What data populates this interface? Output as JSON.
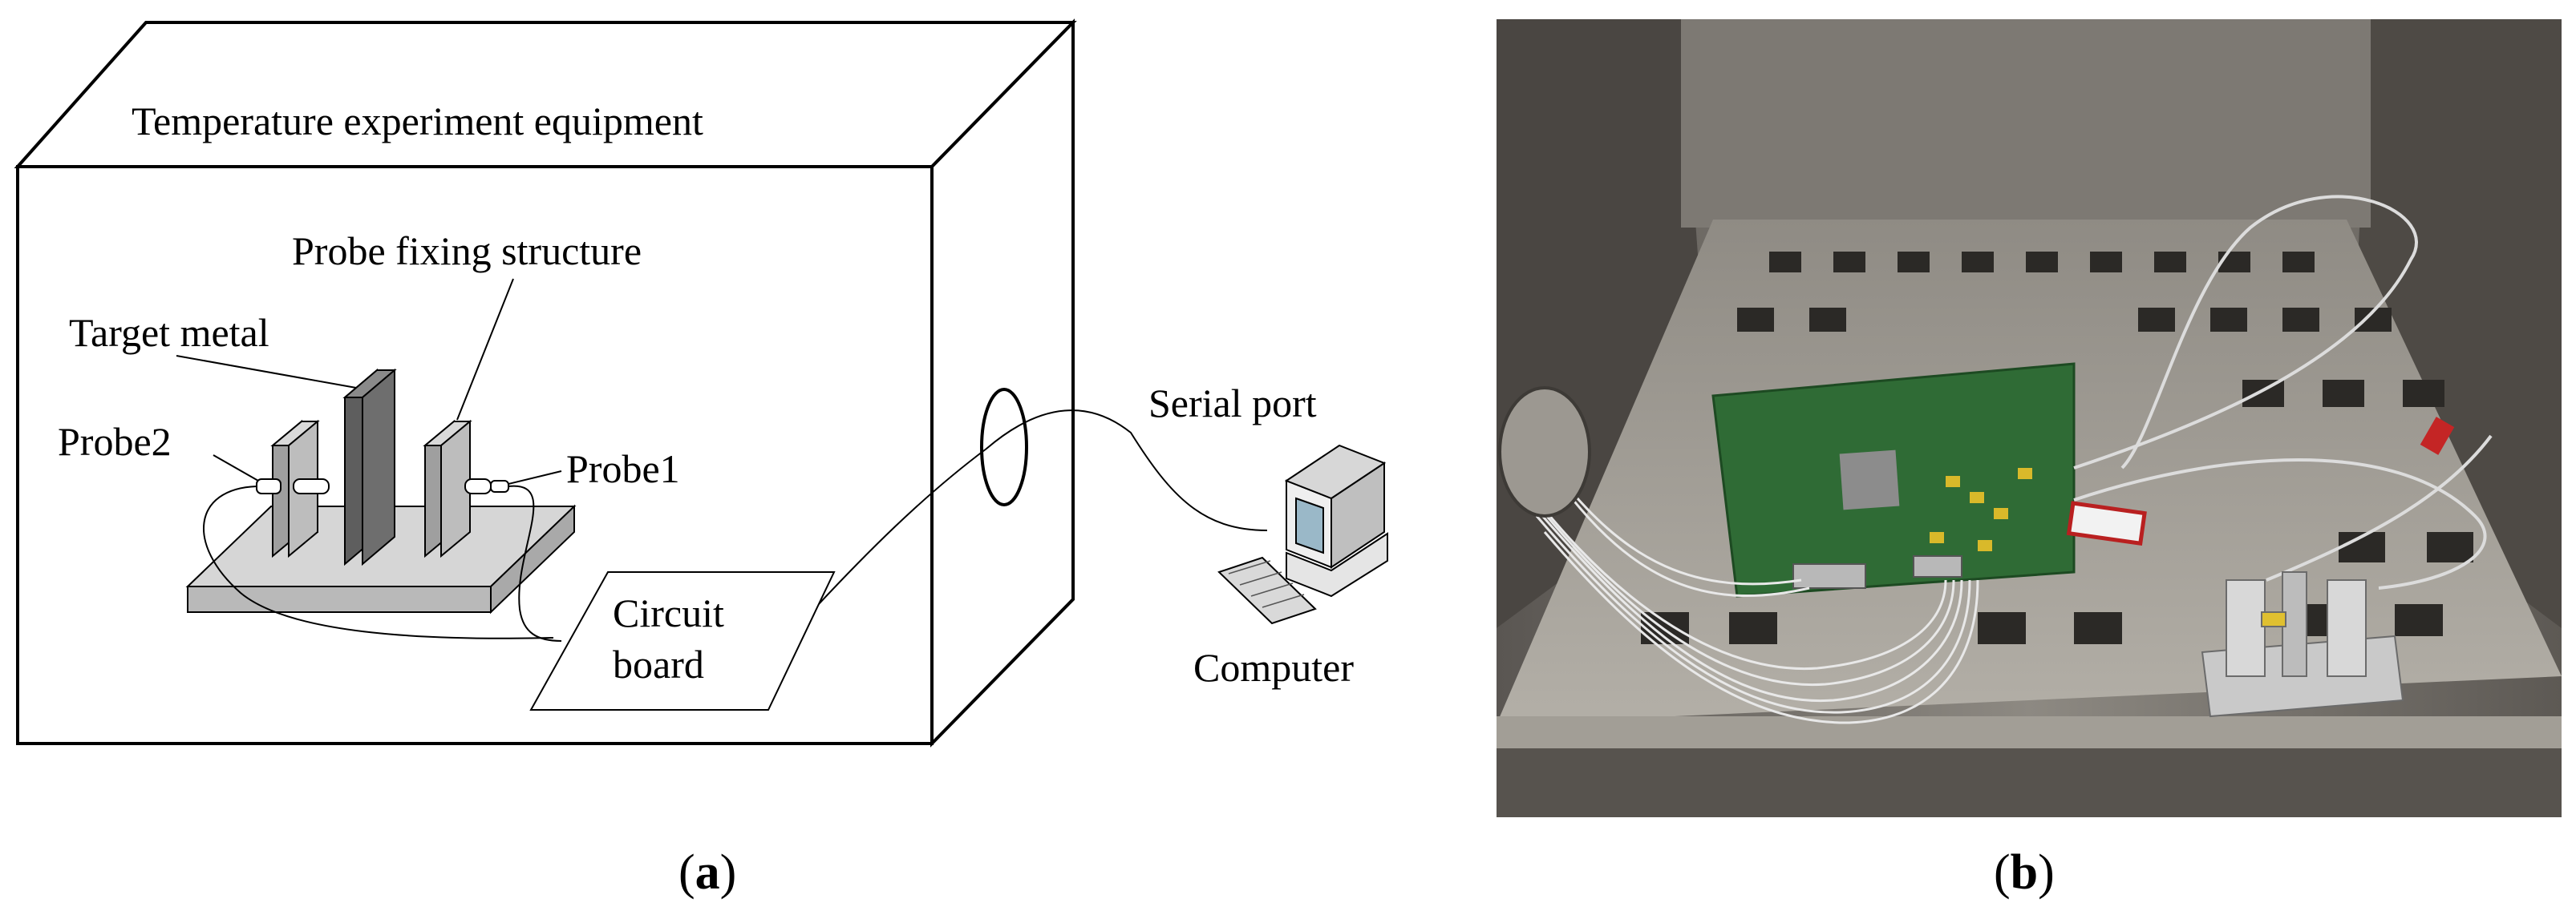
{
  "panel_a": {
    "enclosure_label": "Temperature experiment equipment",
    "fixing_structure_label": "Probe  fixing structure",
    "target_metal_label": "Target metal",
    "probe2_label": "Probe2",
    "probe1_label": "Probe1",
    "serial_port_label": "Serial port",
    "circuit_board_line1": "Circuit",
    "circuit_board_line2": "board",
    "computer_label": "Computer",
    "caption_open": "(",
    "caption_letter": "a",
    "caption_close": ")"
  },
  "panel_b": {
    "caption_open": "(",
    "caption_letter": "b",
    "caption_close": ")"
  },
  "colors": {
    "line": "#000000",
    "plate_front": "#b9b9b9",
    "plate_top": "#d6d6d6",
    "target_metal": "#6e6e6e",
    "chamber_dark": "#3a3835",
    "chamber_wall": "#9a968f",
    "pcb_green": "#2f6b35"
  }
}
